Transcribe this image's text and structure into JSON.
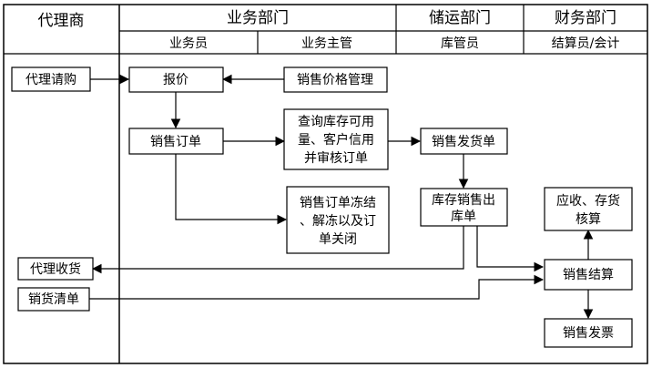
{
  "header": {
    "agent": "代理商",
    "business_dept": "业务部门",
    "storage_dept": "储运部门",
    "finance_dept": "财务部门",
    "salesperson": "业务员",
    "sales_supervisor": "业务主管",
    "warehouse_keeper": "库管员",
    "accountant": "结算员/会计"
  },
  "nodes": {
    "agent_purchase": "代理请购",
    "quote": "报价",
    "price_mgmt": "销售价格管理",
    "sales_order": "销售订单",
    "check_lines": [
      "查询库存可用",
      "量、客户信用",
      "并审核订单"
    ],
    "delivery_note": "销售发货单",
    "freeze_lines": [
      "销售订单冻结",
      "、解冻以及订",
      "单关闭"
    ],
    "outbound_lines": [
      "库存销售出",
      "库单"
    ],
    "receivable_lines": [
      "应收、存货",
      "核算"
    ],
    "agent_receive": "代理收货",
    "sales_list": "销货清单",
    "settlement": "销售结算",
    "invoice": "销售发票"
  }
}
